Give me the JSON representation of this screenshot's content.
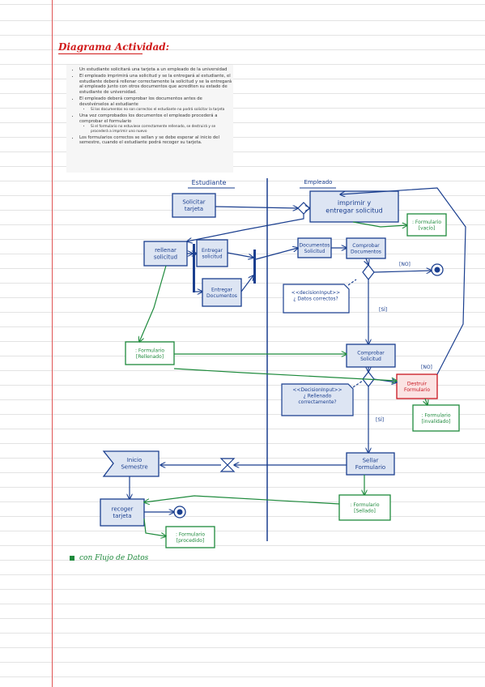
{
  "title": "Diagrama Actividad:",
  "bullets": [
    {
      "text": "Un estudiante solicitará una tarjeta a un empleado de la universidad",
      "sub": []
    },
    {
      "text": "El empleado imprimirá una solicitud y se la entregará al estudiante, el estudiante deberá rellenar correctamente la solicitud y se la entregará al empleado junto con otros documentos que acrediten su estado de estudiante de universidad.",
      "sub": []
    },
    {
      "text": "El empleado deberá comprobar los documentos antes de devolvérselos al estudiante",
      "sub": [
        "Si los documentos no son correctos el estudiante no podrá solicitar la tarjeta"
      ]
    },
    {
      "text": "Una vez comprobados los documentos el empleado procederá a comprobar el formulario",
      "sub": [
        "Si el formulario no estuviese correctamente rellenado, se destruirá y se procederá a imprimir uno nuevo"
      ]
    },
    {
      "text": "Los formularios correctos se sellan y se debe esperar al inicio del semestre, cuando el estudiante podrá recoger su tarjeta.",
      "sub": []
    }
  ],
  "lanes": {
    "left": "Estudiante",
    "right": "Empleado"
  },
  "actions": {
    "solicitar": [
      "Solicitar",
      "tarjeta"
    ],
    "imprimir": [
      "imprimir y",
      "entregar solicitud"
    ],
    "rellenar": [
      "rellenar",
      "solicitud"
    ],
    "entregar_sol": [
      "Entregar",
      "solicitud"
    ],
    "entregar_doc": [
      "Entregar",
      "Documentos"
    ],
    "documentos_sol": [
      "Documentos",
      "Solicitud"
    ],
    "comprobar_doc": [
      "Comprobar",
      "Documentos"
    ],
    "comprobar_sol": [
      "Comprobar",
      "Solicitud"
    ],
    "destruir": [
      "Destruir",
      "Formulario"
    ],
    "sellar": [
      "Sellar",
      "Formulario"
    ],
    "recoger": [
      "recoger",
      "tarjeta"
    ],
    "inicio": [
      "Inicio",
      "Semestre"
    ]
  },
  "objects": {
    "vacio": [
      ": Formulario",
      "[vacío]"
    ],
    "rellenado": [
      ": Formulario",
      "[Rellenado]"
    ],
    "invalidado": [
      ": Formulario",
      "[invalidado]"
    ],
    "sellado": [
      ": Formulario",
      "[Sellado]"
    ],
    "procedido": [
      ": Formulario",
      "[procedido]"
    ]
  },
  "notes": {
    "decision1": [
      "<<decisionInput>>",
      "¿ Datos correctos?"
    ],
    "decision2": [
      "<<DecisionInput>>",
      "¿ Rellenado",
      "correctamente?"
    ]
  },
  "guards": {
    "no1": "[NO]",
    "si1": "[SÍ]",
    "no2": "[NO]",
    "si2": "[SÍ]"
  },
  "legend": "con Flujo de Datos",
  "colors": {
    "blue": "#1b3f8f",
    "green": "#1e8a3c",
    "red": "#c8141e",
    "fill": "#dde5f3"
  }
}
